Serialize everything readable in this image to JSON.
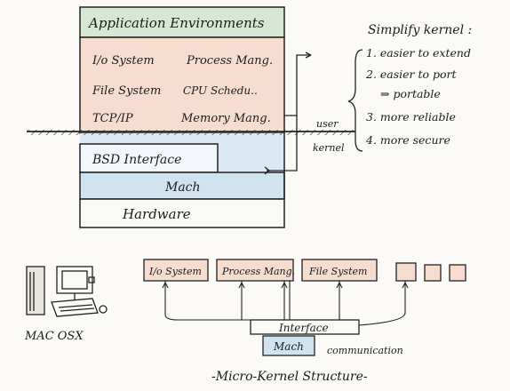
{
  "layers": {
    "app_env": "Application Environments",
    "io_system": "I/o System",
    "process_mang": "Process Mang.",
    "file_system": "File System",
    "cpu_sched": "CPU Schedu..",
    "tcpip": "TCP/IP",
    "memory_mang": "Memory Mang.",
    "bsd_interface": "BSD Interface",
    "mach": "Mach",
    "hardware": "Hardware"
  },
  "user_label": "user",
  "kernel_label": "kernel",
  "simplify": {
    "title": "Simplify kernel :",
    "items": [
      "1. easier to extend",
      "2. easier to port",
      "⇒ portable",
      "3. more reliable",
      "4. more secure"
    ]
  },
  "mac_label": "MAC OSX",
  "micro": {
    "io_system": "I/o System",
    "process_mang": "Process Mang.",
    "file_system": "File System",
    "interface": "Interface",
    "mach": "Mach",
    "communication": "communication",
    "caption": "-Micro-Kernel Structure-"
  },
  "colors": {
    "app_green": "#d6e8d3",
    "service_peach": "#f7ddd0",
    "bsd_blue": "#dbe9f4",
    "mach_blue": "#cfe3f1",
    "ink": "#1c1c1c"
  }
}
